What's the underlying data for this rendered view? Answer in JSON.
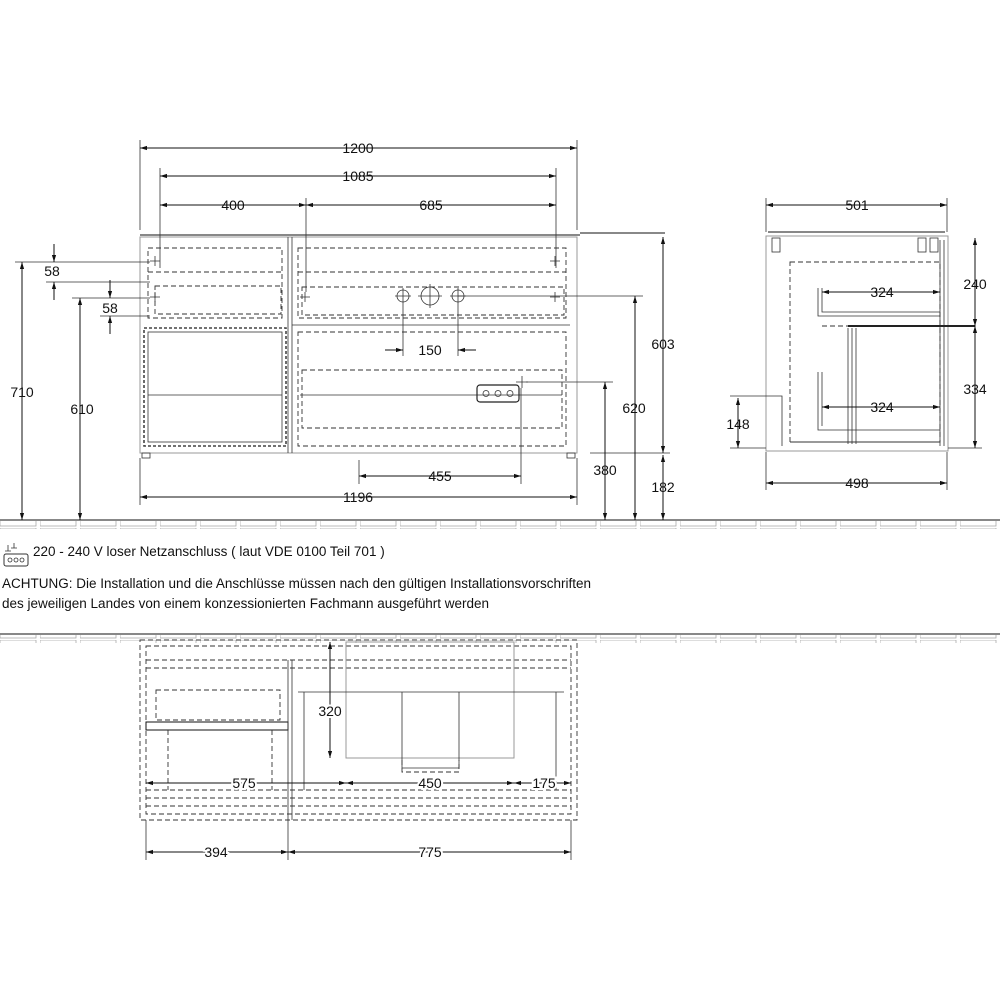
{
  "front_view": {
    "dims": {
      "total_width": "1200",
      "inner_width": "1085",
      "left_section": "400",
      "right_section": "685",
      "drawer_58_top": "58",
      "drawer_58_second": "58",
      "height_710": "710",
      "height_610": "610",
      "height_603": "603",
      "height_620": "620",
      "height_380": "380",
      "height_182": "182",
      "tap_spacing": "150",
      "socket_offset": "455",
      "bottom_width": "1196"
    }
  },
  "side_view": {
    "dims": {
      "depth_top": "501",
      "depth_bottom": "498",
      "shelf_top": "324",
      "shelf_bottom": "324",
      "height_240": "240",
      "height_334": "334",
      "height_148": "148"
    }
  },
  "notes": {
    "power": "220 - 240 V loser Netzanschluss ( laut VDE 0100 Teil 701 )",
    "warning_line1": "ACHTUNG: Die Installation und die Anschlüsse müssen nach den gültigen Installationsvorschriften",
    "warning_line2": "des jeweiligen Landes von einem konzessionierten Fachmann ausgeführt werden",
    "power_icon": "socket-icon"
  },
  "top_view": {
    "dims": {
      "depth_320": "320",
      "left_575": "575",
      "mid_450": "450",
      "right_175": "175",
      "left_394": "394",
      "right_775": "775"
    }
  }
}
